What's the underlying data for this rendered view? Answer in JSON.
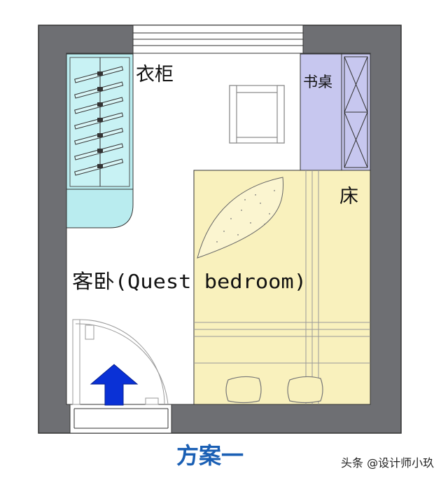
{
  "plan": {
    "labels": {
      "wardrobe": "衣柜",
      "desk": "书桌",
      "bed": "床",
      "room": "客卧(Quest bedroom)"
    },
    "caption": "方案一",
    "watermark": "头条 @设计师小玖",
    "colors": {
      "wall": "#6e6f73",
      "wardrobe": "#b9ecef",
      "desk": "#c7c7ef",
      "bed": "#f9f1bd",
      "arrow": "#0a31d6",
      "caption": "#1a5fb4"
    },
    "icons": [
      "entry-arrow-icon",
      "door-swing-icon",
      "pillow-icon",
      "chair-icon"
    ]
  }
}
